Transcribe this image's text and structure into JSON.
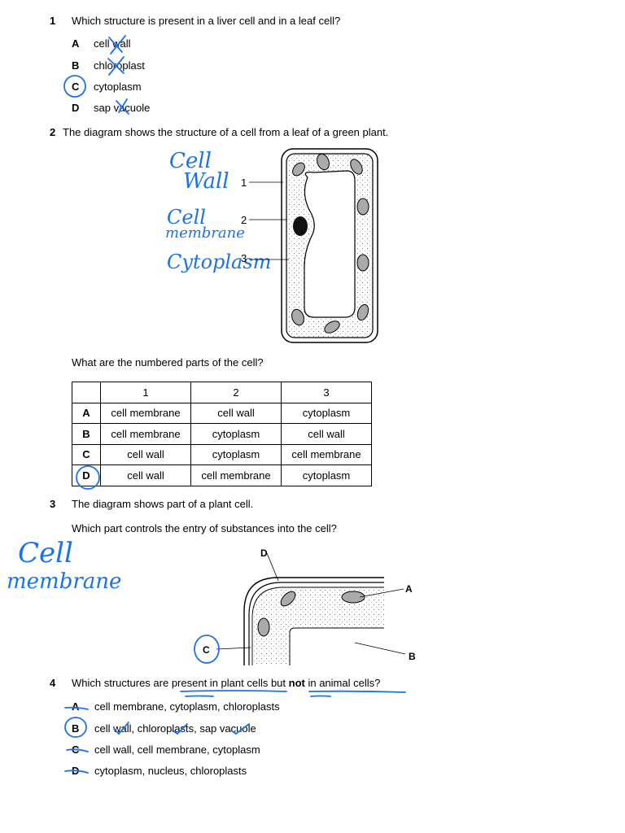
{
  "q1": {
    "num": "1",
    "question": "Which structure is present in a liver cell and in a leaf cell?",
    "options": [
      {
        "letter": "A",
        "text": "cell wall"
      },
      {
        "letter": "B",
        "text": "chloroplast"
      },
      {
        "letter": "C",
        "text": "cytoplasm"
      },
      {
        "letter": "D",
        "text": "sap vacuole"
      }
    ]
  },
  "q2": {
    "num": "2",
    "question": "The diagram shows the structure of a cell from a leaf of a green plant.",
    "labels": [
      "1",
      "2",
      "3"
    ],
    "handwritten": {
      "label1_line1": "Cell",
      "label1_line2": "Wall",
      "label2_line1": "Cell",
      "label2_line2": "membrane",
      "label3": "Cytoplasm"
    },
    "prompt": "What are the numbered parts of the cell?",
    "table": {
      "headers": [
        "",
        "1",
        "2",
        "3"
      ],
      "rows": [
        {
          "letter": "A",
          "cells": [
            "cell membrane",
            "cell wall",
            "cytoplasm"
          ]
        },
        {
          "letter": "B",
          "cells": [
            "cell membrane",
            "cytoplasm",
            "cell wall"
          ]
        },
        {
          "letter": "C",
          "cells": [
            "cell wall",
            "cytoplasm",
            "cell membrane"
          ]
        },
        {
          "letter": "D",
          "cells": [
            "cell wall",
            "cell membrane",
            "cytoplasm"
          ]
        }
      ]
    }
  },
  "q3": {
    "num": "3",
    "intro": "The diagram shows part of a plant cell.",
    "question": "Which part controls the entry of substances into the cell?",
    "handwritten": {
      "line1": "Cell",
      "line2": "membrane"
    },
    "labels": {
      "a": "A",
      "b": "B",
      "c": "C",
      "d": "D"
    }
  },
  "q4": {
    "num": "4",
    "q_pre": "Which structures are ",
    "q_underlined": "present in plant cells",
    "q_mid": " but ",
    "q_bold": "not",
    "q_post": " in animal cells?",
    "options": [
      {
        "letter": "A",
        "text": "cell membrane, cytoplasm, chloroplasts"
      },
      {
        "letter": "B",
        "text": "cell wall, chloroplasts, sap vacuole"
      },
      {
        "letter": "C",
        "text": "cell wall, cell membrane, cytoplasm"
      },
      {
        "letter": "D",
        "text": "cytoplasm, nucleus, chloroplasts"
      }
    ]
  },
  "colors": {
    "ink": "#1a73e8"
  }
}
